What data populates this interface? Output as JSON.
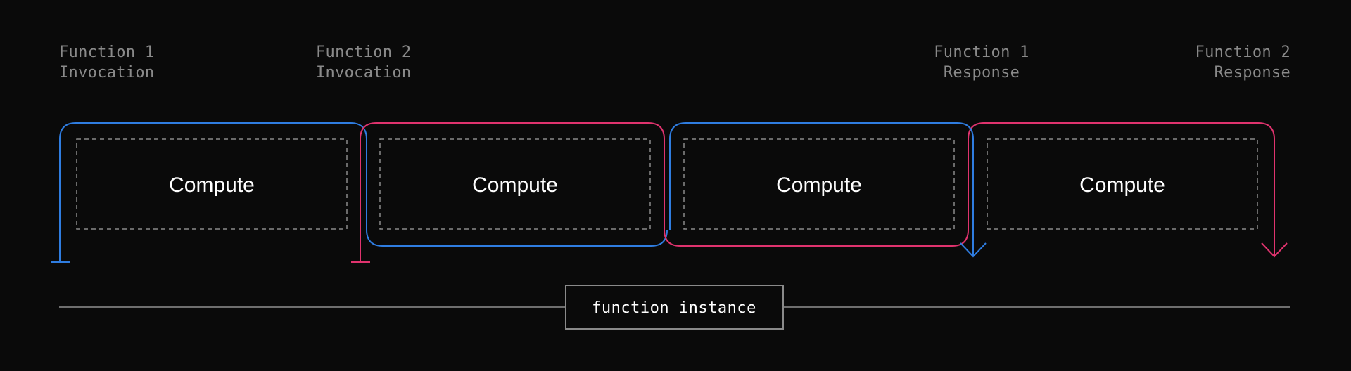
{
  "labels": {
    "function_1_invocation": [
      "Function 1",
      "Invocation"
    ],
    "function_2_invocation": [
      "Function 2",
      "Invocation"
    ],
    "function_1_response": [
      "Function 1",
      "Response"
    ],
    "function_2_response": [
      "Function 2",
      "Response"
    ]
  },
  "compute_blocks": [
    "Compute",
    "Compute",
    "Compute",
    "Compute"
  ],
  "instance_label": "function instance",
  "colors": {
    "background": "#0a0a0a",
    "function_1": "#2f7de1",
    "function_2": "#e0336e",
    "label_text": "#8a8a8a",
    "dashed_border": "#8a8a8a",
    "instance_line": "#6e6e6e"
  }
}
